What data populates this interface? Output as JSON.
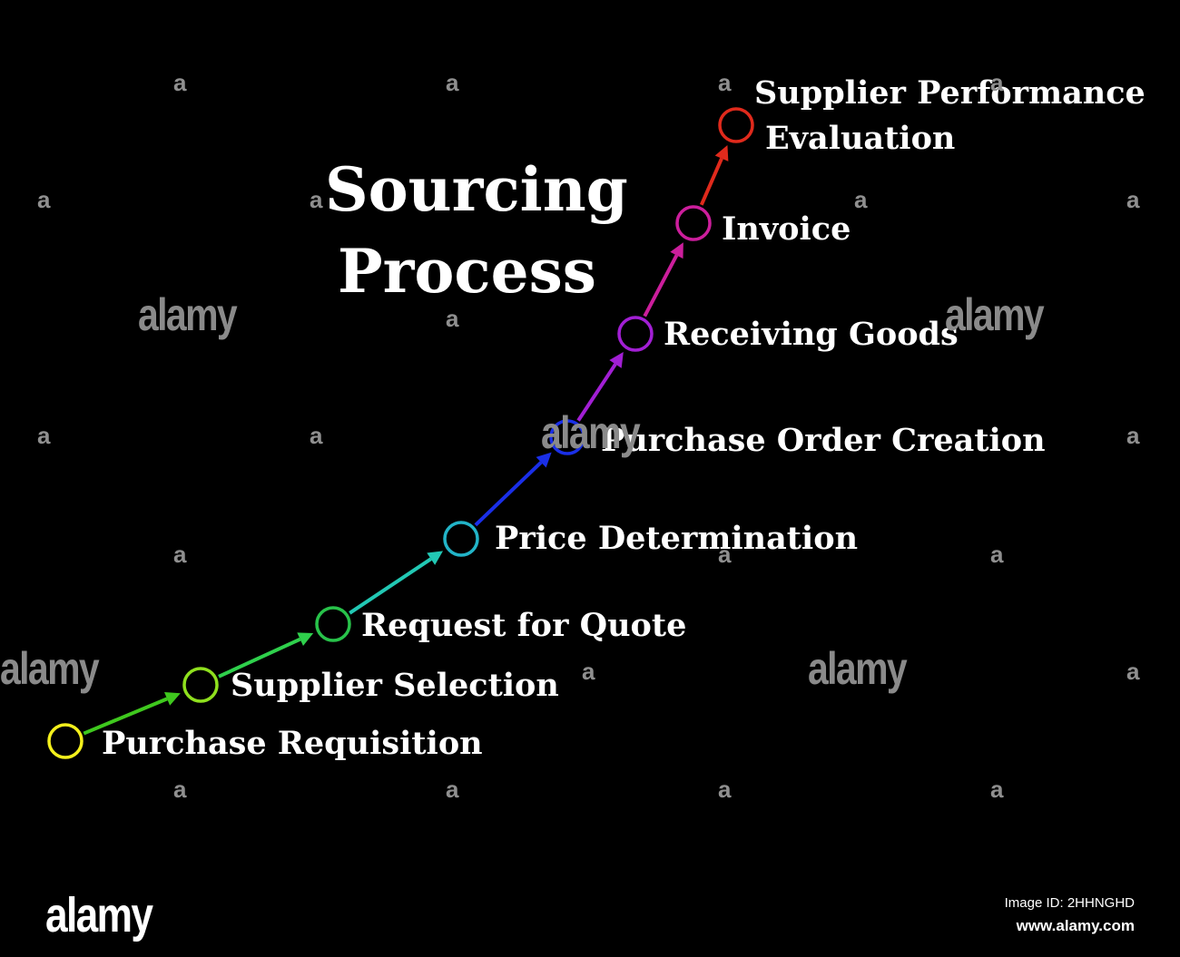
{
  "title": {
    "line1": "Sourcing",
    "line2": "Process"
  },
  "steps": [
    {
      "label": "Purchase Requisition",
      "color": "#f4f01c"
    },
    {
      "label": "Supplier Selection",
      "color": "#8fe01e"
    },
    {
      "label": "Request for Quote",
      "color": "#28c24a"
    },
    {
      "label": "Price Determination",
      "color": "#22b4c8"
    },
    {
      "label": "Purchase Order Creation",
      "color": "#1a2fe8"
    },
    {
      "label": "Receiving Goods",
      "color": "#a21fd4"
    },
    {
      "label": "Invoice",
      "color": "#cc1e9c"
    },
    {
      "label": "Supplier Performance",
      "label_line2": "Evaluation",
      "color": "#e02a1c"
    }
  ],
  "arrow_colors": [
    "#3fc81e",
    "#2fd04c",
    "#22c8b4",
    "#1a2fe8",
    "#a21fd4",
    "#cc1e9c",
    "#e02a1c"
  ],
  "watermark": {
    "small": "a",
    "big": "alamy",
    "brand": "alamy",
    "image_id": "Image ID: 2HHNGHD",
    "url": "www.alamy.com"
  }
}
